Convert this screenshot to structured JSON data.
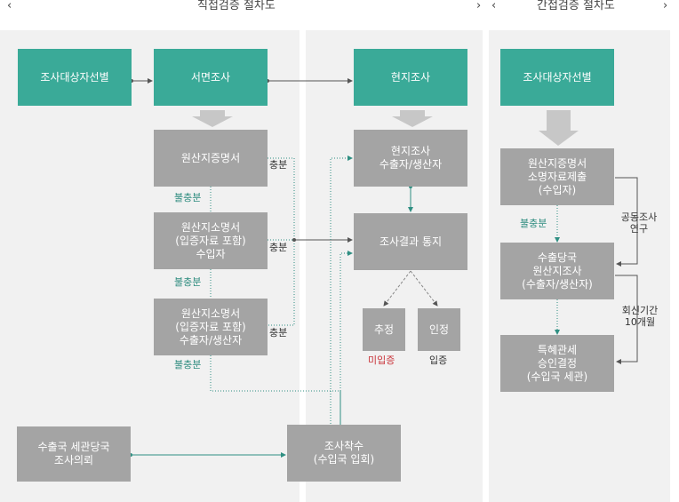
{
  "header": {
    "direct_title": "직접검증 절차도",
    "indirect_title": "간접검증 절차도",
    "prev_icon": "chevron-left-icon",
    "next_icon": "chevron-right-icon"
  },
  "direct": {
    "select_target": "조사대상자선별",
    "written_survey": "서면조사",
    "onsite_survey": "현지조사",
    "cert_origin": "원산지증명서",
    "origin_doc_importer": [
      "원산지소명서",
      "(입증자료 포함)",
      "수입자"
    ],
    "origin_doc_exporter": [
      "원산지소명서",
      "(입증자료 포함)",
      "수출자/생산자"
    ],
    "onsite_exporter": [
      "현지조사",
      "수출자/생산자"
    ],
    "result_notice": "조사결과 통지",
    "presumed": "추정",
    "approved": "인정",
    "not_proven": "미입증",
    "proven": "입증",
    "export_customs_request": [
      "수출국 세관당국",
      "조사의뢰"
    ],
    "investigation_start": [
      "조사착수",
      "(수입국 입회)"
    ],
    "sufficient_1": "충분",
    "sufficient_2": "충분",
    "sufficient_3": "충분",
    "insufficient_1": "불충분",
    "insufficient_2": "불충분",
    "insufficient_3": "불충분"
  },
  "indirect": {
    "select_target": "조사대상자선별",
    "submit_docs": [
      "원산지증명서",
      "소명자료제출",
      "(수입자)"
    ],
    "export_authority": [
      "수출당국",
      "원산지조사",
      "(수출자/생산자)"
    ],
    "preferential": [
      "특혜관세",
      "승인결정",
      "(수입국 세관)"
    ],
    "insufficient": "불충분",
    "joint_study": [
      "공동조사",
      "연구"
    ],
    "reply_period": [
      "회신기간",
      "10개월"
    ]
  },
  "colors": {
    "teal": "#3aaa98",
    "gray": "#a4a4a4",
    "panel": "#f1f1f1",
    "red": "#c9343a",
    "arrow": "#c7c7c7"
  }
}
